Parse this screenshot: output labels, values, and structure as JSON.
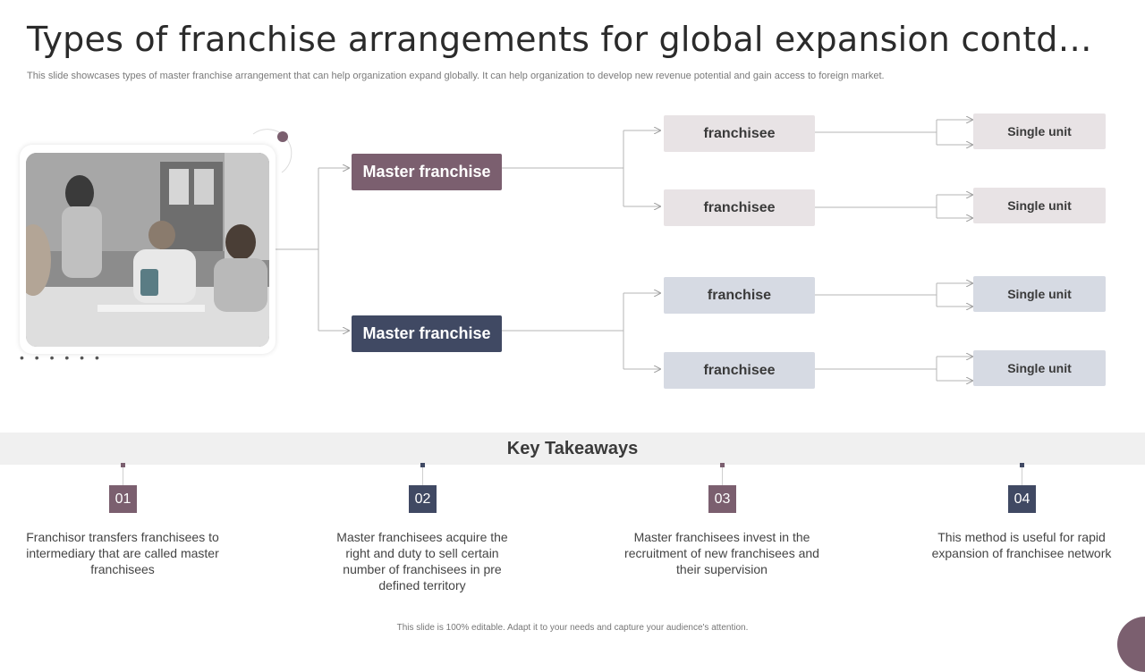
{
  "header": {
    "title": "Types of franchise arrangements for global expansion contd…",
    "subtitle": "This slide showcases types of master franchise arrangement that can help organization expand globally. It can help organization to develop new revenue potential and gain access to foreign market."
  },
  "diagram": {
    "masters": [
      {
        "label": "Master franchise",
        "color": "#7b5f6f"
      },
      {
        "label": "Master franchise",
        "color": "#404963"
      }
    ],
    "middle": [
      {
        "label": "franchisee"
      },
      {
        "label": "franchisee"
      },
      {
        "label": "franchise"
      },
      {
        "label": "franchisee"
      }
    ],
    "units": [
      {
        "label": "Single unit"
      },
      {
        "label": "Single unit"
      },
      {
        "label": "Single unit"
      },
      {
        "label": "Single unit"
      }
    ],
    "decor_dots": "• • • • • •"
  },
  "takeaways": {
    "heading": "Key Takeaways",
    "items": [
      {
        "num": "01",
        "text": "Franchisor transfers franchisees to intermediary that are called master franchisees",
        "color": "#7b5f6f"
      },
      {
        "num": "02",
        "text": "Master franchisees acquire the right and duty to sell certain number of franchisees in pre defined territory",
        "color": "#404963"
      },
      {
        "num": "03",
        "text": "Master franchisees invest in the recruitment of new franchisees and their supervision",
        "color": "#7b5f6f"
      },
      {
        "num": "04",
        "text": "This method is useful for rapid expansion of franchisee network",
        "color": "#404963"
      }
    ]
  },
  "footer": {
    "text": "This slide is 100% editable. Adapt it to your needs and capture your audience's attention."
  }
}
